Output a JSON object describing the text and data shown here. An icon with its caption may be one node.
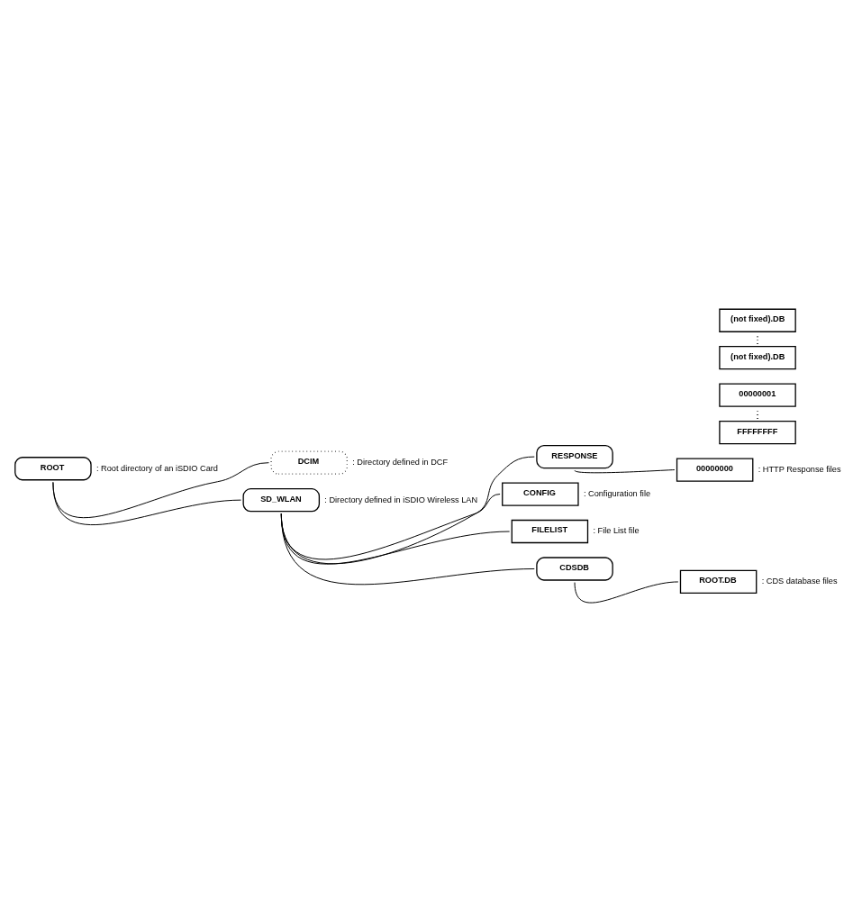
{
  "diagram": {
    "nodes": [
      {
        "text": [
          "ROOT"
        ],
        "beside": [
          ": Root directory of an iSDIO Card"
        ]
      },
      {
        "text": [
          "DCIM"
        ],
        "beside": [
          ": Directory defined in DCF"
        ]
      },
      {
        "text": [
          "SD_WLAN"
        ],
        "beside": [
          ": Directory defined in iSDIO Wireless LAN"
        ]
      },
      {
        "text": [
          "RESPONSE"
        ]
      },
      {
        "text": [
          "00000000"
        ],
        "beside": [
          ": HTTP Response files"
        ]
      },
      {
        "text": [
          "00000001"
        ]
      },
      {
        "text": [
          "FFFFFFFF"
        ]
      },
      {
        "text": [
          "CONFIG"
        ],
        "beside": [
          ": Configuration file"
        ]
      },
      {
        "text": [
          "FILELIST"
        ],
        "beside": [
          ": File List file"
        ]
      },
      {
        "text": [
          "CDSDB"
        ]
      },
      {
        "text": [
          "ROOT.DB"
        ],
        "beside": [
          ": CDS database files"
        ]
      },
      {
        "text": [
          "(not fixed).DB"
        ]
      },
      {
        "text": [
          "(not fixed).DB"
        ]
      }
    ],
    "edges": [
      {
        "from": 0,
        "to": 1,
        "arrow": "none"
      },
      {
        "from": 0,
        "to": 2,
        "arrow": "none"
      },
      {
        "from": 2,
        "to": 3,
        "arrow": "none"
      },
      {
        "from": 3,
        "to": 4,
        "arrow": "none"
      },
      {
        "from": 5,
        "to": 6,
        "arrow": "none",
        "style": "dashed"
      },
      {
        "from": 2,
        "to": 7,
        "arrow": "none"
      },
      {
        "from": 2,
        "to": 8,
        "arrow": "none"
      },
      {
        "from": 2,
        "to": 9,
        "arrow": "none"
      },
      {
        "from": 9,
        "to": 10,
        "arrow": "none"
      },
      {
        "from": 11,
        "to": 12,
        "arrow": "none",
        "style": "dashed"
      }
    ]
  }
}
